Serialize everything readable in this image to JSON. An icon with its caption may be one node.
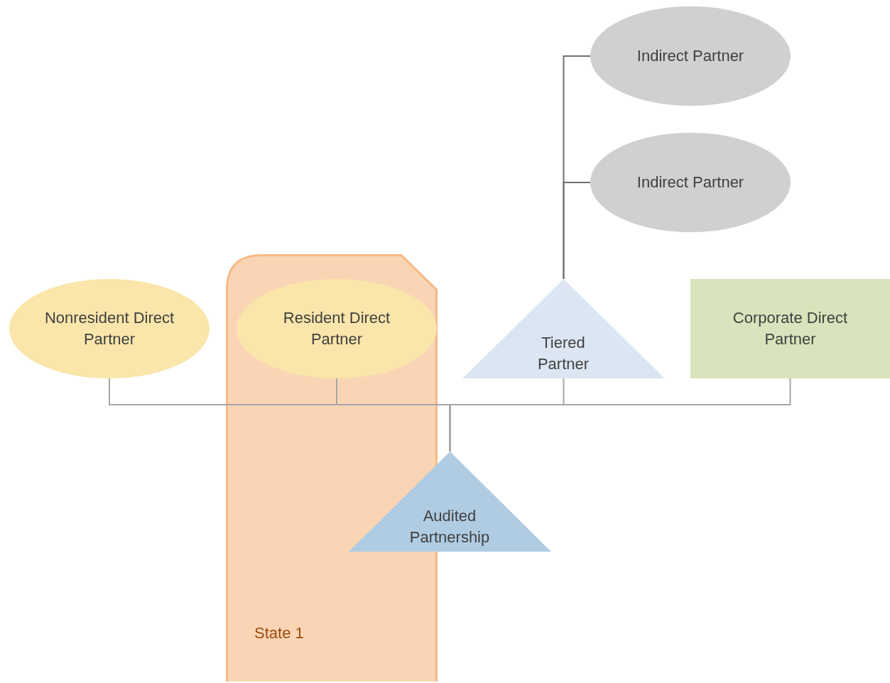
{
  "diagram": {
    "nodes": [
      {
        "text": [
          "Indirect Partner"
        ]
      },
      {
        "text": [
          "Indirect Partner"
        ]
      },
      {
        "text": [
          "State 1"
        ]
      },
      {
        "text": [
          "Nonresident Direct Partner"
        ]
      },
      {
        "text": [
          "Resident Direct Partner"
        ],
        "in": 2
      },
      {
        "text": [
          "Tiered Partner"
        ]
      },
      {
        "text": [
          "Corporate Direct Partner"
        ]
      },
      {
        "text": [
          "Audited Partnership"
        ]
      }
    ],
    "edges": [
      {
        "from": 5,
        "to": 0,
        "arrow": "none",
        "color": "#6e6e6e"
      },
      {
        "from": 5,
        "to": 1,
        "arrow": "none",
        "color": "#6e6e6e"
      },
      {
        "from": 3,
        "to": 7,
        "arrow": "none"
      },
      {
        "from": 4,
        "to": 7,
        "arrow": "none"
      },
      {
        "from": 5,
        "to": 7,
        "arrow": "none"
      },
      {
        "from": 6,
        "to": 7,
        "arrow": "none"
      }
    ]
  }
}
